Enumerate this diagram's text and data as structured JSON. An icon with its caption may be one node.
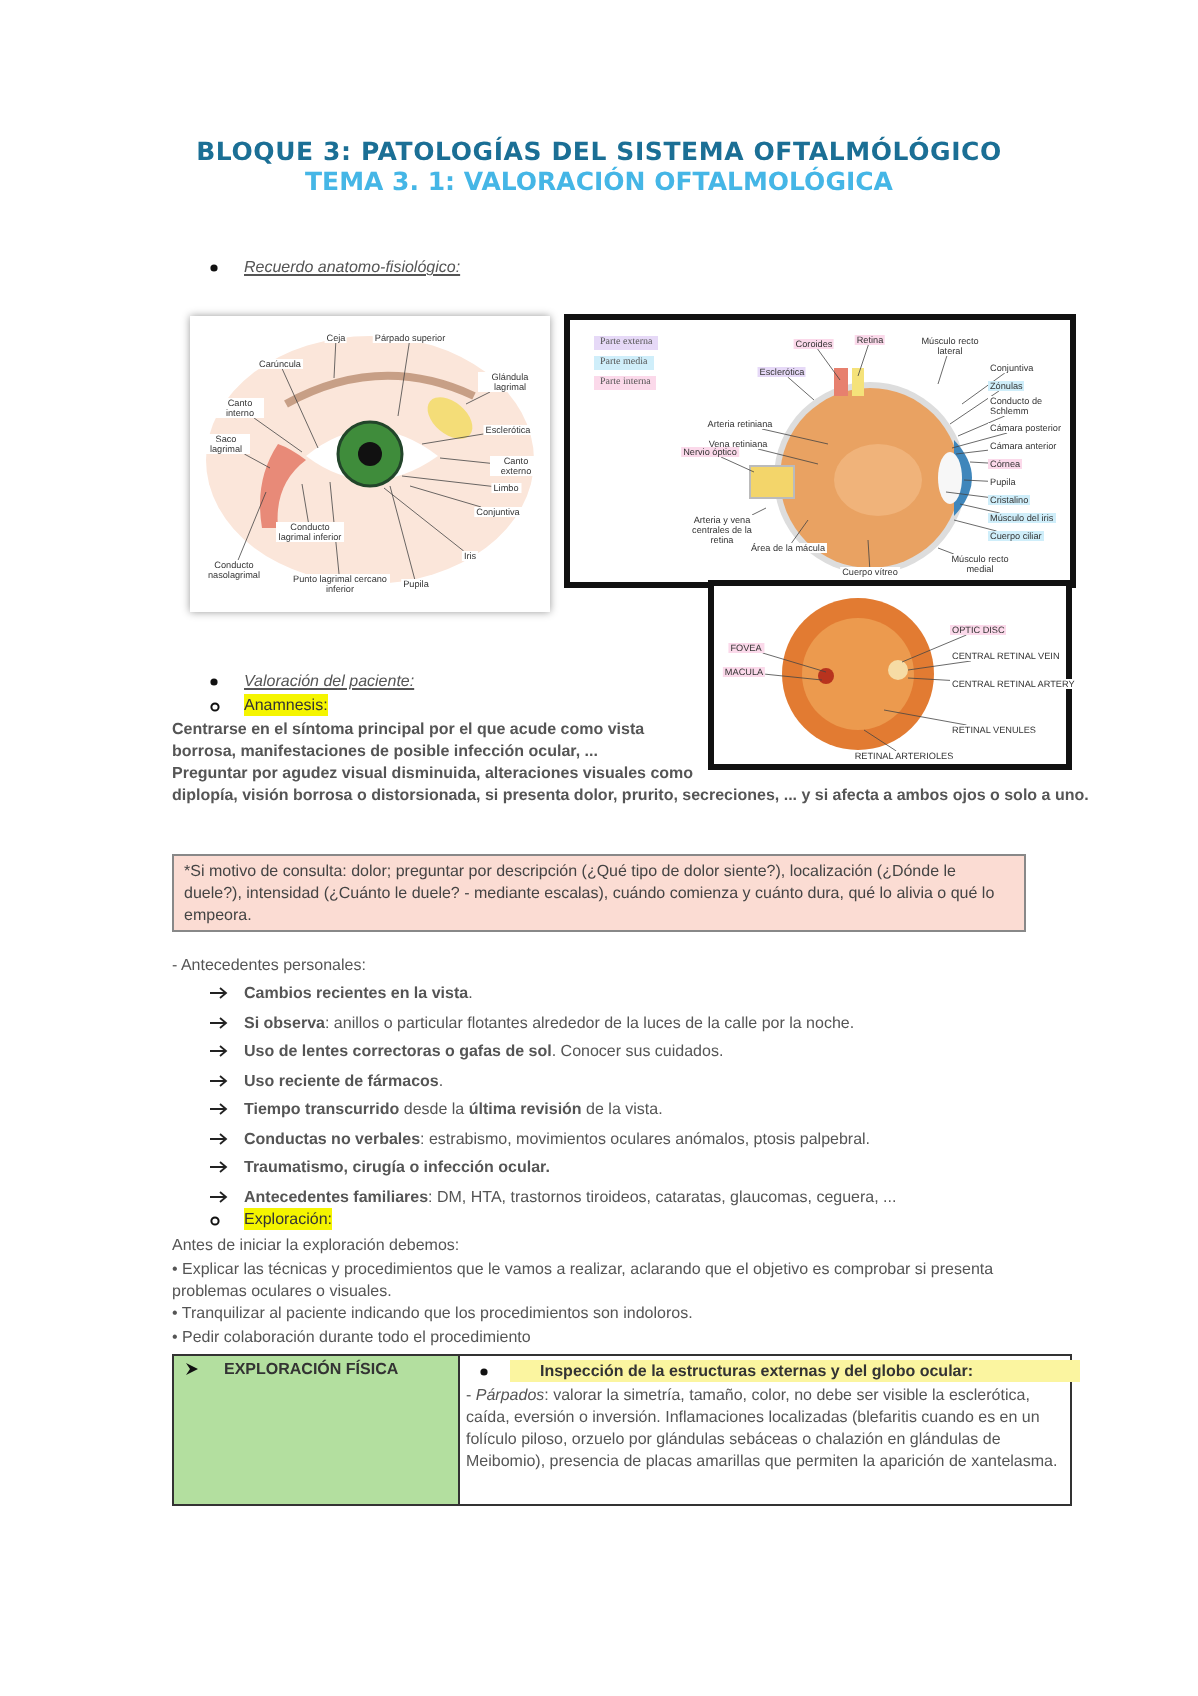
{
  "diagram": {
    "title": "BLOQUE 3: PATOLOGÍAS DEL SISTEMA OFTALMÓLÓGICO",
    "nodes": [
      {
        "text": [],
        "shape": "picture"
      },
      {
        "text": [
          "Ceja"
        ],
        "in": 0
      },
      {
        "text": [
          "Párpado superior"
        ],
        "in": 0
      },
      {
        "text": [
          "Carúncula"
        ],
        "in": 0
      },
      {
        "text": [
          "Glándula lagrimal"
        ],
        "in": 0
      },
      {
        "text": [
          "Canto interno"
        ],
        "in": 0
      },
      {
        "text": [
          "Esclerótica"
        ],
        "in": 0
      },
      {
        "text": [
          "Saco lagrimal"
        ],
        "in": 0
      },
      {
        "text": [
          "Canto externo"
        ],
        "in": 0
      },
      {
        "text": [
          "Limbo"
        ],
        "in": 0
      },
      {
        "text": [
          "Conjuntiva"
        ],
        "in": 0
      },
      {
        "text": [
          "Conducto lagrimal inferior"
        ],
        "in": 0
      },
      {
        "text": [
          "Iris"
        ],
        "in": 0
      },
      {
        "text": [
          "Conducto nasolagrimal"
        ],
        "in": 0
      },
      {
        "text": [
          "Punto lagrimal cercano inferior"
        ],
        "in": 0
      },
      {
        "text": [
          "Pupila"
        ],
        "in": 0
      },
      {
        "text": [],
        "shape": "picture"
      },
      {
        "text": [
          "Coroides"
        ],
        "in": 16
      },
      {
        "text": [
          "Retina"
        ],
        "in": 16
      },
      {
        "text": [
          "Músculo recto lateral"
        ],
        "in": 16
      },
      {
        "text": [
          "Esclerótica"
        ],
        "in": 16
      },
      {
        "text": [
          "Conjuntiva"
        ],
        "in": 16
      },
      {
        "text": [
          "Zónulas"
        ],
        "in": 16
      },
      {
        "text": [
          "Conducto de Schlemm"
        ],
        "in": 16
      },
      {
        "text": [
          "Arteria retiniana"
        ],
        "in": 16
      },
      {
        "text": [
          "Cámara posterior"
        ],
        "in": 16
      },
      {
        "text": [
          "Vena retiniana"
        ],
        "in": 16
      },
      {
        "text": [
          "Cámara anterior"
        ],
        "in": 16
      },
      {
        "text": [
          "Nervio óptico"
        ],
        "in": 16
      },
      {
        "text": [
          "Córnea"
        ],
        "in": 16
      },
      {
        "text": [
          "Pupila"
        ],
        "in": 16
      },
      {
        "text": [
          "Cristalino"
        ],
        "in": 16
      },
      {
        "text": [
          "Músculo del iris"
        ],
        "in": 16
      },
      {
        "text": [
          "Cuerpo ciliar"
        ],
        "in": 16
      },
      {
        "text": [
          "Arteria y vena centrales de la retina"
        ],
        "in": 16
      },
      {
        "text": [
          "Área de la mácula"
        ],
        "in": 16
      },
      {
        "text": [
          "Músculo recto medial"
        ],
        "in": 16
      },
      {
        "text": [
          "Cuerpo vítreo"
        ],
        "in": 16
      },
      {
        "text": [],
        "shape": "picture"
      },
      {
        "text": [
          "FOVEA"
        ],
        "in": 38
      },
      {
        "text": [
          "MACULA"
        ],
        "in": 38
      },
      {
        "text": [
          "OPTIC DISC"
        ],
        "in": 38
      },
      {
        "text": [
          "CENTRAL RETINAL VEIN"
        ],
        "in": 38
      },
      {
        "text": [
          "CENTRAL RETINAL ARTERY"
        ],
        "in": 38
      },
      {
        "text": [
          "RETINAL VENULES"
        ],
        "in": 38
      },
      {
        "text": [
          "RETINAL ARTERIOLES"
        ],
        "in": 38
      },
      {
        "text": [
          "*Si motivo de consulta: dolor; preguntar por descripción (¿Qué tipo de dolor siente?), localización (¿Dónde le duele?), intensidad (¿Cuánto le duele? - mediante escalas), cuándo comienza y cuánto dura, qué lo alivia o qué lo empeora."
        ]
      }
    ],
    "edges": [
      {
        "from": 1,
        "to": null,
        "arrow": "none"
      },
      {
        "from": 2,
        "to": null,
        "arrow": "none"
      },
      {
        "from": 3,
        "to": null,
        "arrow": "none"
      },
      {
        "from": 4,
        "to": null,
        "arrow": "none"
      },
      {
        "from": 5,
        "to": null,
        "arrow": "none"
      },
      {
        "from": 6,
        "to": null,
        "arrow": "none"
      },
      {
        "from": 7,
        "to": null,
        "arrow": "none"
      },
      {
        "from": 8,
        "to": null,
        "arrow": "none"
      },
      {
        "from": 9,
        "to": null,
        "arrow": "none"
      },
      {
        "from": 10,
        "to": null,
        "arrow": "none"
      },
      {
        "from": 11,
        "to": null,
        "arrow": "none"
      },
      {
        "from": 12,
        "to": null,
        "arrow": "none"
      },
      {
        "from": 13,
        "to": null,
        "arrow": "none"
      },
      {
        "from": 14,
        "to": null,
        "arrow": "none"
      },
      {
        "from": 15,
        "to": null,
        "arrow": "none"
      },
      {
        "from": 17,
        "to": null,
        "arrow": "none"
      },
      {
        "from": 18,
        "to": null,
        "arrow": "none"
      },
      {
        "from": 19,
        "to": null,
        "arrow": "none"
      },
      {
        "from": 20,
        "to": null,
        "arrow": "none"
      },
      {
        "from": 21,
        "to": null,
        "arrow": "none"
      },
      {
        "from": 22,
        "to": null,
        "arrow": "none"
      },
      {
        "from": 23,
        "to": null,
        "arrow": "none"
      },
      {
        "from": 24,
        "to": null,
        "arrow": "none"
      },
      {
        "from": 25,
        "to": null,
        "arrow": "none"
      },
      {
        "from": 26,
        "to": null,
        "arrow": "none"
      },
      {
        "from": 27,
        "to": null,
        "arrow": "none"
      },
      {
        "from": 28,
        "to": null,
        "arrow": "none"
      },
      {
        "from": 29,
        "to": null,
        "arrow": "none"
      },
      {
        "from": 30,
        "to": null,
        "arrow": "none"
      },
      {
        "from": 31,
        "to": null,
        "arrow": "none"
      },
      {
        "from": 32,
        "to": null,
        "arrow": "none"
      },
      {
        "from": 33,
        "to": null,
        "arrow": "none"
      },
      {
        "from": 34,
        "to": null,
        "arrow": "none"
      },
      {
        "from": 35,
        "to": null,
        "arrow": "none"
      },
      {
        "from": 36,
        "to": null,
        "arrow": "none"
      },
      {
        "from": 37,
        "to": null,
        "arrow": "none"
      },
      {
        "from": 39,
        "to": null,
        "arrow": "none"
      },
      {
        "from": 40,
        "to": null,
        "arrow": "none"
      },
      {
        "from": 41,
        "to": null,
        "arrow": "none"
      },
      {
        "from": 42,
        "to": null,
        "arrow": "none"
      },
      {
        "from": 43,
        "to": null,
        "arrow": "none"
      },
      {
        "from": 44,
        "to": null,
        "arrow": "none"
      },
      {
        "from": 45,
        "to": null,
        "arrow": "none"
      }
    ],
    "labels": [
      "TEMA 3. 1: VALORACIÓN OFTALMOLÓGICA",
      "Recuerdo anatomo-fisiológico:",
      "Valoración del paciente:",
      "Anamnesis:",
      "Centrarse en el síntoma principal por el que acude como vista borrosa, manifestaciones de posible infección ocular, ...",
      "Preguntar por agudez visual disminuida, alteraciones visuales como diplopía, visión borrosa o distorsionada, si presenta dolor, prurito, secreciones, ... y si afecta a ambos ojos o solo a uno.",
      "- Antecedentes personales:",
      "**Cambios recientes en la vista**.",
      "**Si observa**: anillos o particular flotantes alrededor de la luces de la calle por la noche.",
      "**Uso de lentes correctoras o gafas de sol**. Conocer sus cuidados.",
      "**Uso reciente de fármacos**.",
      "**Tiempo transcurrido** desde la **última revisión** de la vista.",
      "**Conductas no verbales**: estrabismo, movimientos oculares anómalos, ptosis palpebral.",
      "**Traumatismo, cirugía o infección ocular.**",
      "**Antecedentes familiares**: DM, HTA, trastornos tiroideos, cataratas, glaucomas, ceguera, ...",
      "Exploración:",
      "Antes de iniciar la exploración debemos:",
      "• Explicar las técnicas y procedimientos que le vamos a realizar, aclarando que el objetivo es comprobar si presenta problemas oculares o visuales.",
      "• Tranquilizar al paciente indicando que los procedimientos son indoloros.",
      "• Pedir colaboración durante todo el procedimiento",
      "EXPLORACIÓN FÍSICA",
      "Inspección de la estructuras externas y del globo ocular:",
      "- *Párpados*: valorar la simetría, tamaño, color, no debe ser visible la esclerótica, caída, eversión o inversión. Inflamaciones localizadas (blefaritis cuando es en un folículo piloso, orzuelo por glándulas sebáceas o chalazión en glándulas de Meibomio), presencia de placas amarillas que permiten la aparición de xantelasma."
    ],
    "legend": [
      {
        "text": "Parte externa",
        "color": "#e6d9f7"
      },
      {
        "text": "Parte media",
        "color": "#cfeefa"
      },
      {
        "text": "Parte interna",
        "color": "#fbd9ea"
      }
    ]
  }
}
